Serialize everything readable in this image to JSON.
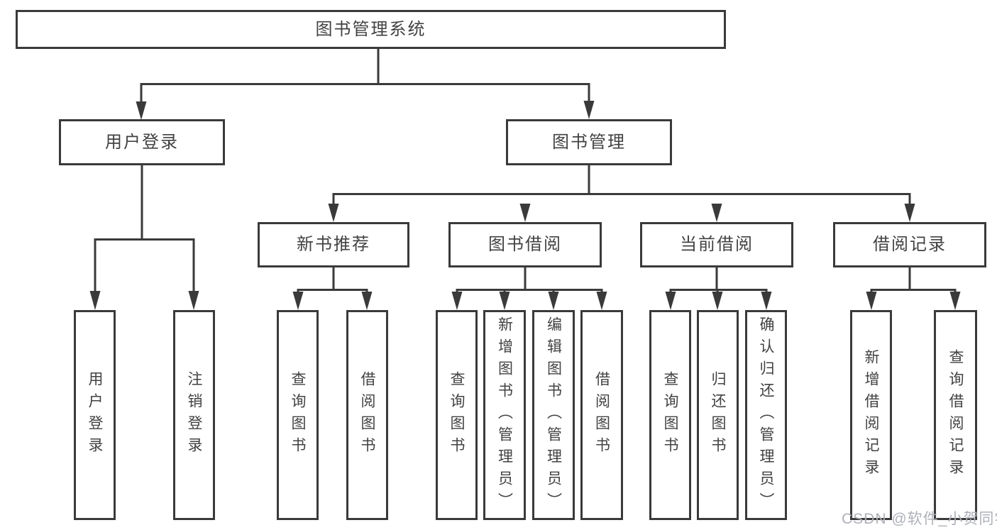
{
  "colors": {
    "line": "#3a3a3a",
    "border": "#3a3a3a",
    "text": "#424242",
    "box_background": "#ffffff",
    "page_background": "#ffffff",
    "watermark": "#aeb1b8"
  },
  "watermark": {
    "text": "CSDN @软件_小贺同学"
  },
  "tree": {
    "root": {
      "label": "图书管理系统",
      "children": [
        {
          "label": "用户登录",
          "children": [
            {
              "label": "用户登录"
            },
            {
              "label": "注销登录"
            }
          ]
        },
        {
          "label": "图书管理",
          "children": [
            {
              "label": "新书推荐",
              "children": [
                {
                  "label": "查询图书"
                },
                {
                  "label": "借阅图书"
                }
              ]
            },
            {
              "label": "图书借阅",
              "children": [
                {
                  "label": "查询图书"
                },
                {
                  "label": "新增图书（管理员）"
                },
                {
                  "label": "编辑图书（管理员）"
                },
                {
                  "label": "借阅图书"
                }
              ]
            },
            {
              "label": "当前借阅",
              "children": [
                {
                  "label": "查询图书"
                },
                {
                  "label": "归还图书"
                },
                {
                  "label": "确认归还（管理员）"
                }
              ]
            },
            {
              "label": "借阅记录",
              "children": [
                {
                  "label": "新增借阅记录"
                },
                {
                  "label": "查询借阅记录"
                }
              ]
            }
          ]
        }
      ]
    }
  }
}
